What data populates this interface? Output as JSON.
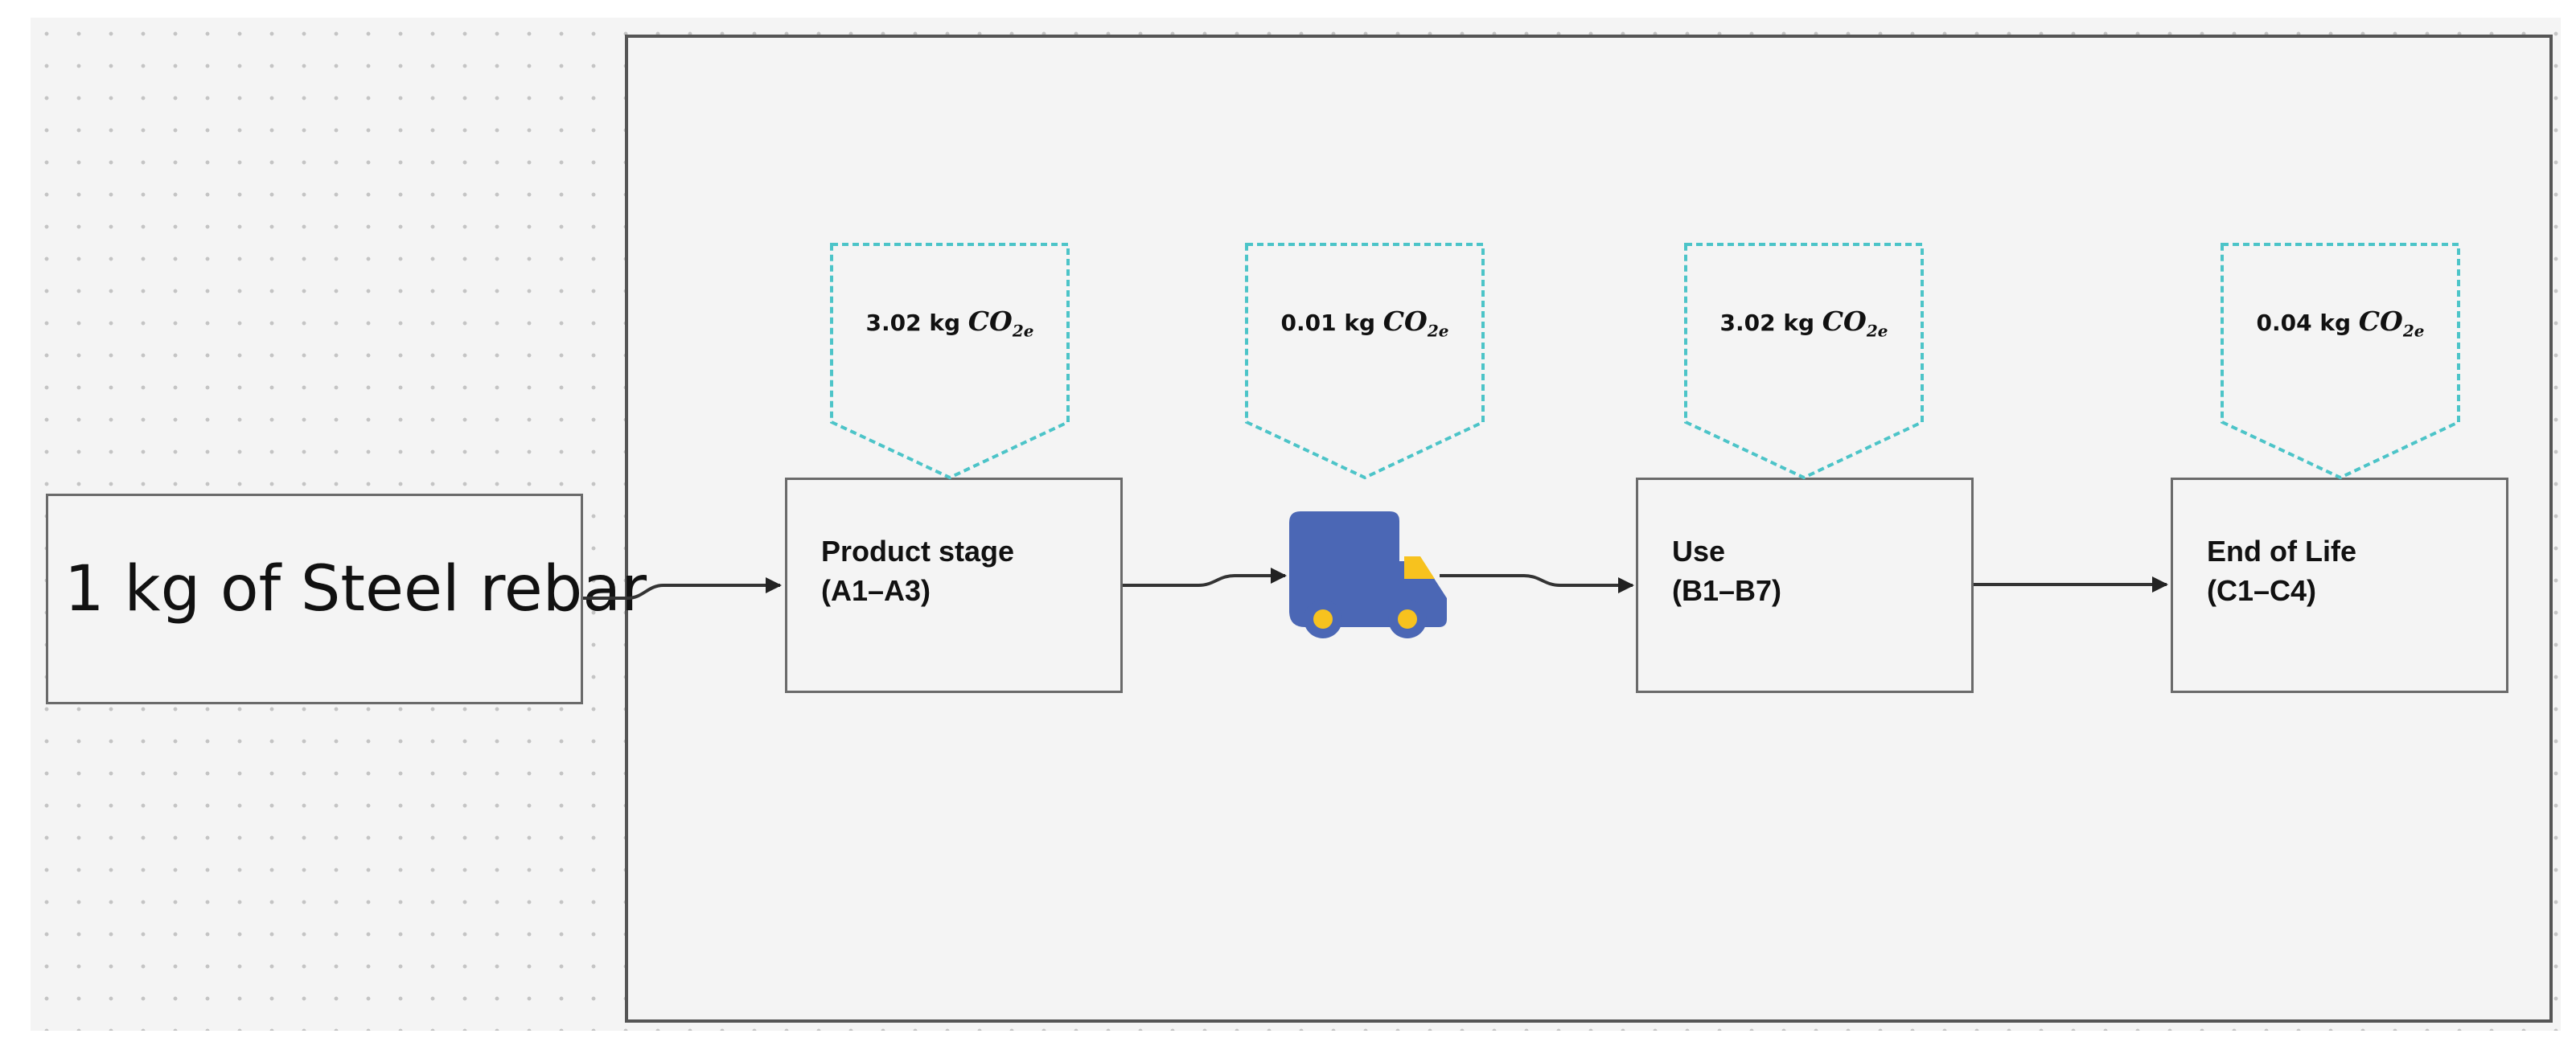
{
  "functional_unit": "1 kg of Steel rebar",
  "stages": [
    {
      "name": "Product stage",
      "code": "(A1–A3)",
      "emission_value": "3.02 kg"
    },
    {
      "name": "Use",
      "code": "(B1–B7)",
      "emission_value": "3.02 kg"
    },
    {
      "name": "End of Life",
      "code": "(C1–C4)",
      "emission_value": "0.04 kg"
    }
  ],
  "transport": {
    "icon": "truck-icon",
    "emission_value": "0.01 kg"
  },
  "emission_unit": {
    "base": "CO",
    "subscript": "2e"
  },
  "colors": {
    "callout_border": "#4cc4c8",
    "truck_body": "#4b67b5",
    "truck_accent": "#f7c21e",
    "connector": "#333333"
  }
}
